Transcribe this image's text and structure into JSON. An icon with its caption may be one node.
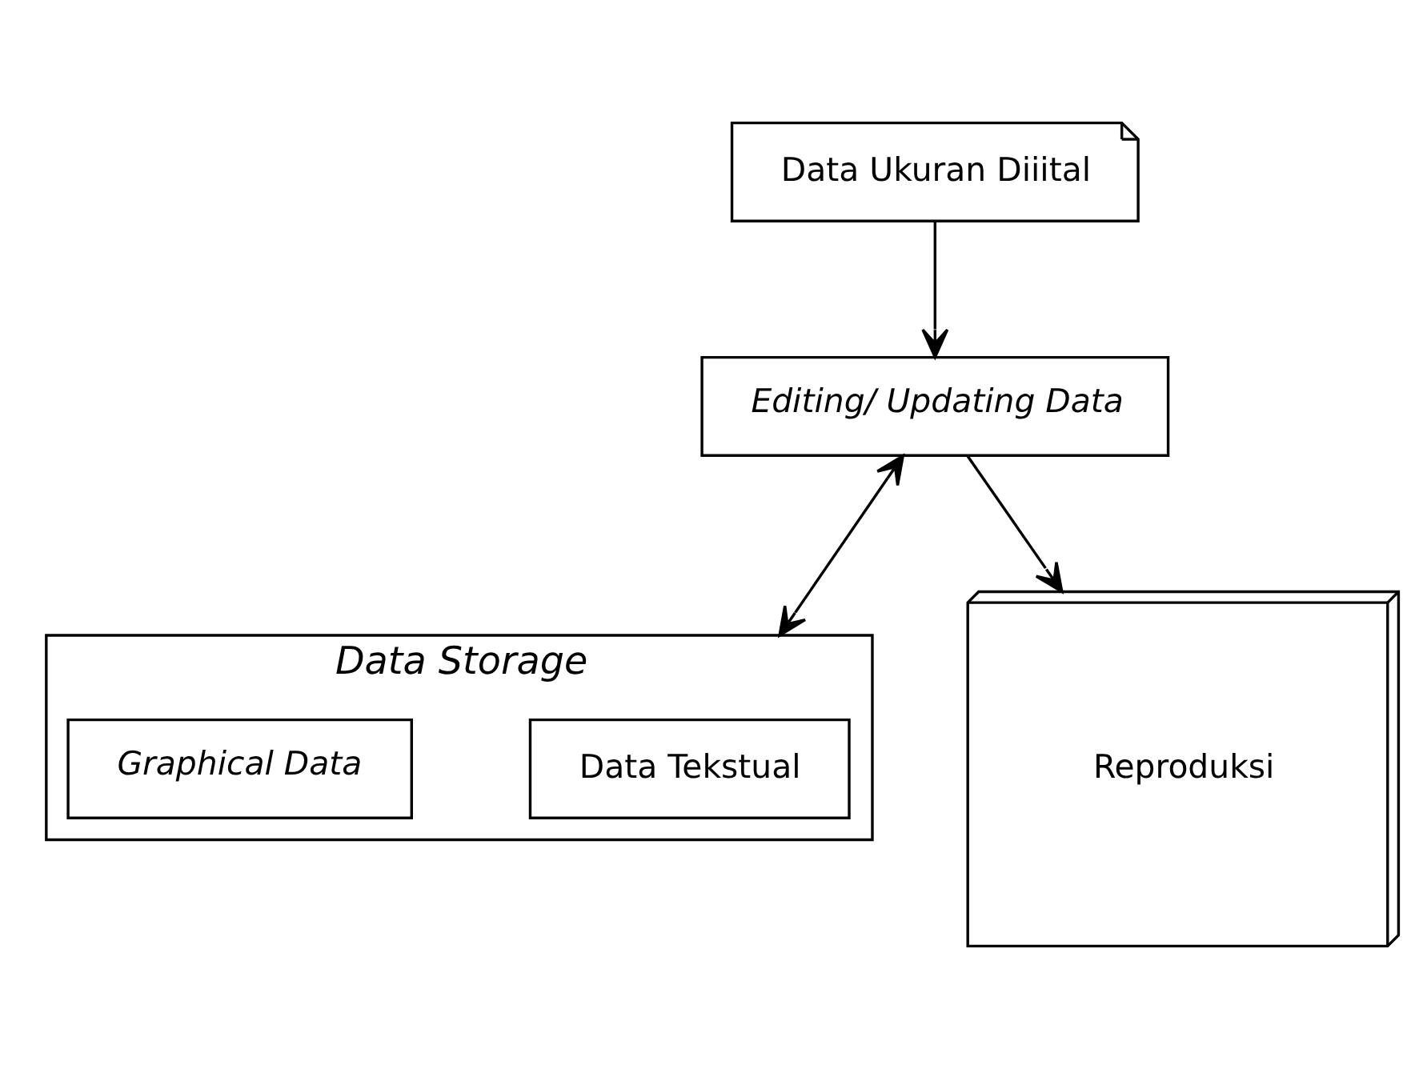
{
  "diagram": {
    "nodes": [
      {
        "text": [
          "Data Ukuran Diiital"
        ]
      },
      {
        "text": [
          "Data Storage"
        ]
      },
      {
        "text": [
          "Data Tekstual"
        ],
        "in": 1
      },
      {
        "text": [
          "Graphical Data"
        ],
        "in": 1
      },
      {
        "text": [
          "Editing/ Updating Data"
        ]
      },
      {
        "text": [
          "Reproduksi"
        ]
      }
    ],
    "edges": [
      {
        "from": 0,
        "to": 4,
        "arrow": "to"
      },
      {
        "from": 4,
        "to": 1,
        "arrow": "both"
      },
      {
        "from": 4,
        "to": 5,
        "arrow": "to"
      }
    ]
  }
}
